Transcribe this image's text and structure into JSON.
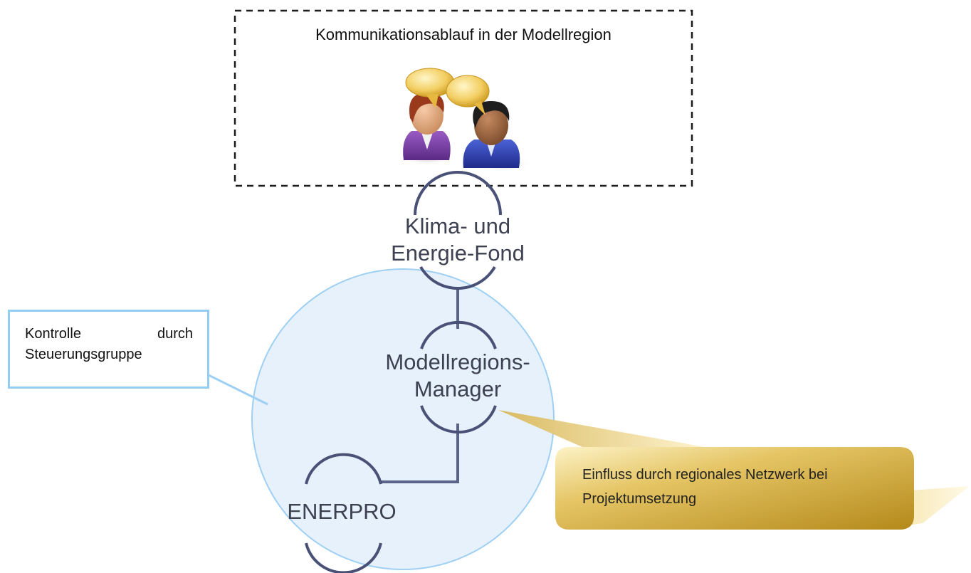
{
  "title": "Kommunikationsablauf in der Modellregion",
  "nodes": {
    "klima": {
      "line1": "Klima- und",
      "line2": "Energie-Fond"
    },
    "manager": {
      "line1": "Modellregions-",
      "line2": "Manager"
    },
    "enerpro": {
      "label": "ENERPRO"
    }
  },
  "callouts": {
    "kontrolle": {
      "word1": "Kontrolle",
      "word2": "durch",
      "line2": "Steuerungsgruppe"
    },
    "einfluss": {
      "line1": "Einfluss durch regionales Netzwerk bei",
      "line2": "Projektumsetzung"
    }
  },
  "icons": {
    "people": "two-people-talking-icon"
  },
  "colors": {
    "circle_fill": "#e6f1fb",
    "circle_stroke": "#9fd0f3",
    "connector": "#4a5177",
    "callout_gold_dark": "#b08a1e",
    "callout_gold_light": "#fff7d9",
    "box_border": "#93cdf2"
  }
}
